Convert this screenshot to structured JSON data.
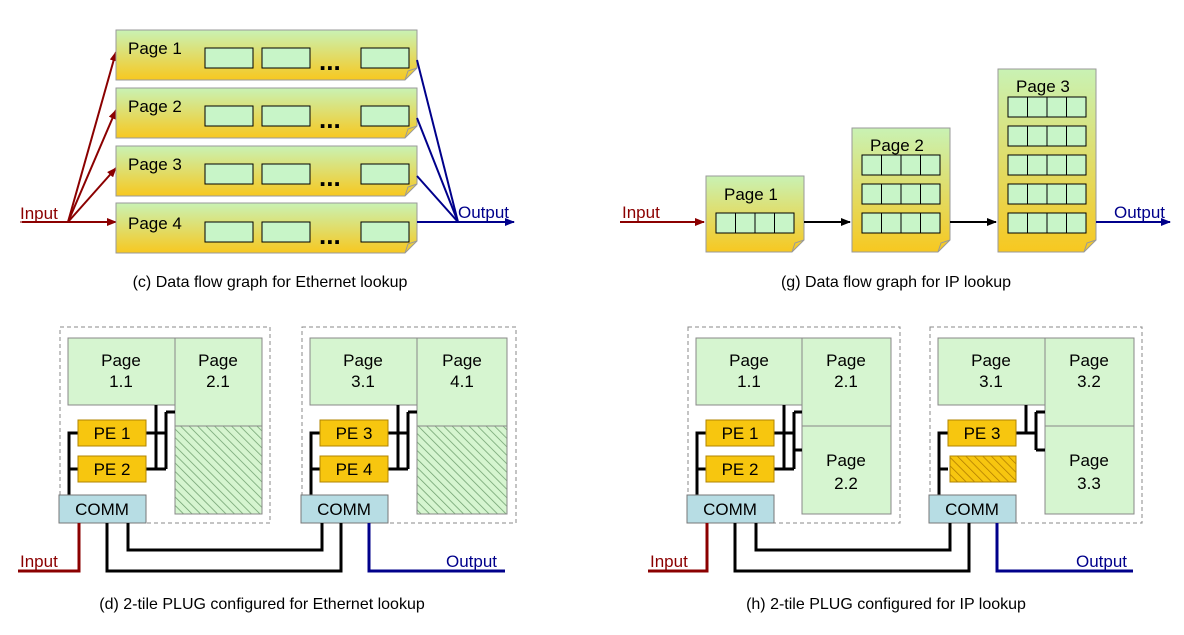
{
  "colors": {
    "page_gradient_top": "#c9f2b4",
    "page_gradient_bottom": "#f7c820",
    "cell_fill": "#c8f5c8",
    "mem_fill": "#d6f5d0",
    "pe_fill": "#f7c60f",
    "comm_fill": "#b7dde4",
    "input_color": "#8b0000",
    "output_color": "#00008b",
    "hatch_green": "#6d9e6d",
    "hatch_orange": "#b07c00"
  },
  "panel_c": {
    "pages": [
      "Page 1",
      "Page 2",
      "Page 3",
      "Page 4"
    ],
    "ellipsis": "...",
    "input": "Input",
    "output": "Output",
    "caption": "(c) Data flow graph for Ethernet lookup"
  },
  "panel_g": {
    "pages": [
      "Page 1",
      "Page 2",
      "Page 3"
    ],
    "input": "Input",
    "output": "Output",
    "caption": "(g) Data flow graph for IP lookup"
  },
  "panel_d": {
    "tile1": {
      "page_a": [
        "Page",
        "1.1"
      ],
      "page_b": [
        "Page",
        "2.1"
      ],
      "pe": [
        "PE 1",
        "PE 2"
      ],
      "comm": "COMM"
    },
    "tile2": {
      "page_a": [
        "Page",
        "3.1"
      ],
      "page_b": [
        "Page",
        "4.1"
      ],
      "pe": [
        "PE 3",
        "PE 4"
      ],
      "comm": "COMM"
    },
    "input": "Input",
    "output": "Output",
    "caption": "(d) 2-tile PLUG configured for Ethernet lookup"
  },
  "panel_h": {
    "tile1": {
      "page_a": [
        "Page",
        "1.1"
      ],
      "page_b": [
        "Page",
        "2.1"
      ],
      "page_c": [
        "Page",
        "2.2"
      ],
      "pe": [
        "PE 1",
        "PE 2"
      ],
      "comm": "COMM"
    },
    "tile2": {
      "page_a": [
        "Page",
        "3.1"
      ],
      "page_b": [
        "Page",
        "3.2"
      ],
      "page_c": [
        "Page",
        "3.3"
      ],
      "pe": [
        "PE 3"
      ],
      "comm": "COMM"
    },
    "input": "Input",
    "output": "Output",
    "caption": "(h) 2-tile PLUG configured for IP lookup"
  }
}
